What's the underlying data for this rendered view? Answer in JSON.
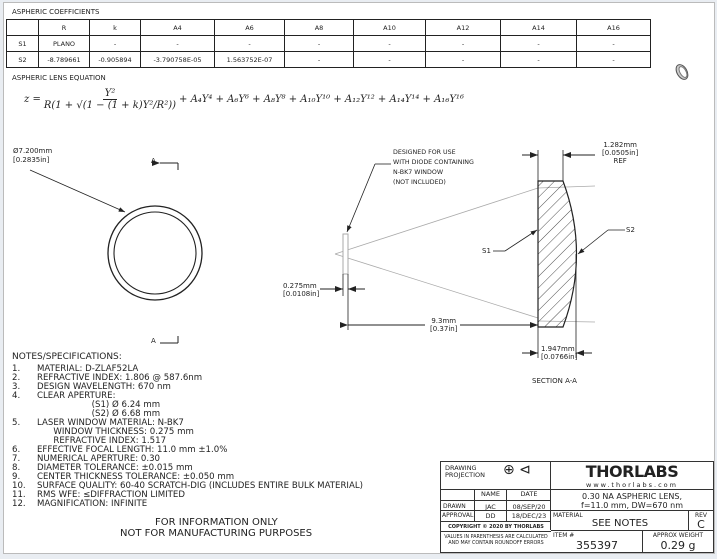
{
  "coefficients": {
    "title": "ASPHERIC COEFFICIENTS",
    "headers": [
      "",
      "R",
      "k",
      "A4",
      "A6",
      "A8",
      "A10",
      "A12",
      "A14",
      "A16"
    ],
    "rows": [
      [
        "S1",
        "PLANO",
        "-",
        "-",
        "-",
        "-",
        "-",
        "-",
        "-",
        "-"
      ],
      [
        "S2",
        "-8.789661",
        "-0.905894",
        "-3.790758E-05",
        "1.563752E-07",
        "-",
        "-",
        "-",
        "-",
        "-"
      ]
    ]
  },
  "equation": {
    "title": "ASPHERIC LENS EQUATION",
    "lhs": "z =",
    "numerator": "Y²",
    "denominator": "R(1 + √(1 − (1 + k)Y²/R²))",
    "rhs": "+ A₄Y⁴ + A₆Y⁶ + A₈Y⁸ + A₁₀Y¹⁰ + A₁₂Y¹² + A₁₄Y¹⁴ + A₁₆Y¹⁶"
  },
  "front_view": {
    "diameter_mm": "Ø7.200mm",
    "diameter_in": "[0.2835in]",
    "section_label": "A"
  },
  "section": {
    "note": [
      "DESIGNED FOR USE",
      "WITH DIODE CONTAINING",
      "N-BK7 WINDOW",
      "(NOT INCLUDED)"
    ],
    "dim_edge_mm": "1.282mm",
    "dim_edge_in": "[0.0505in]",
    "dim_edge_ref": "REF",
    "s1": "S1",
    "s2": "S2",
    "dim_window_mm": "0.275mm",
    "dim_window_in": "[0.0108in]",
    "dim_wd_mm": "9.3mm",
    "dim_wd_in": "[0.37in]",
    "dim_ct_mm": "1.947mm",
    "dim_ct_in": "[0.0766in]",
    "title": "SECTION A-A"
  },
  "notes": {
    "title": "NOTES/SPECIFICATIONS:",
    "items": [
      [
        "1.",
        "MATERIAL: D-ZLAF52LA"
      ],
      [
        "2.",
        "REFRACTIVE INDEX: 1.806 @ 587.6nm"
      ],
      [
        "3.",
        "DESIGN WAVELENGTH: 670 nm"
      ],
      [
        "4.",
        "CLEAR APERTURE:"
      ],
      [
        "",
        "                    (S1) Ø 6.24 mm"
      ],
      [
        "",
        "                    (S2) Ø 6.68 mm"
      ],
      [
        "5.",
        "LASER WINDOW MATERIAL: N-BK7"
      ],
      [
        "",
        "      WINDOW THICKNESS: 0.275 mm"
      ],
      [
        "",
        "      REFRACTIVE INDEX: 1.517"
      ],
      [
        "6.",
        "EFFECTIVE FOCAL LENGTH: 11.0 mm ±1.0%"
      ],
      [
        "7.",
        "NUMERICAL APERTURE: 0.30"
      ],
      [
        "8.",
        "DIAMETER TOLERANCE: ±0.015 mm"
      ],
      [
        "9.",
        "CENTER THICKNESS TOLERANCE: ±0.050 mm"
      ],
      [
        "10.",
        "SURFACE QUALITY: 60-40 SCRATCH-DIG (INCLUDES ENTIRE BULK MATERIAL)"
      ],
      [
        "11.",
        "RMS WFE: ≤DIFFRACTION LIMITED"
      ],
      [
        "12.",
        "MAGNIFICATION: INFINITE"
      ]
    ],
    "disclaimer1": "FOR INFORMATION ONLY",
    "disclaimer2": "NOT FOR MANUFACTURING PURPOSES"
  },
  "title_block": {
    "projection": "DRAWING PROJECTION",
    "name_h": "NAME",
    "date_h": "DATE",
    "drawn": "DRAWN",
    "drawn_name": "JAC",
    "drawn_date": "08/SEP/20",
    "approval": "APPROVAL",
    "approval_name": "DD",
    "approval_date": "18/DEC/23",
    "copyright": "COPYRIGHT © 2020 BY THORLABS",
    "values_note": "VALUES IN PARENTHESIS ARE CALCULATED AND MAY CONTAIN ROUNDOFF ERRORS",
    "logo": "THORLABS",
    "website": "www.thorlabs.com",
    "description1": "0.30 NA ASPHERIC LENS,",
    "description2": "f=11.0 mm, DW=670 nm",
    "material_label": "MATERIAL",
    "material": "SEE NOTES",
    "rev_label": "REV",
    "rev": "C",
    "item_label": "ITEM #",
    "item": "355397",
    "weight_label": "APPROX WEIGHT",
    "weight": "0.29 g"
  }
}
